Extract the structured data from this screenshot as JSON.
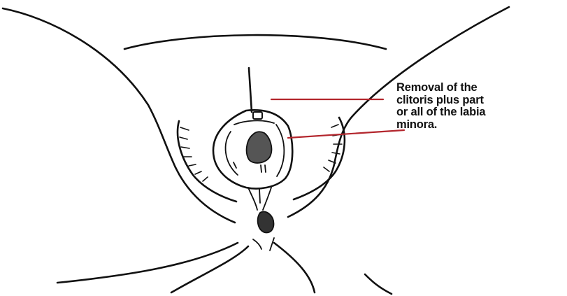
{
  "annotation": {
    "lines": [
      "Removal of the",
      "clitoris plus part",
      "or all of the labia",
      "minora."
    ]
  },
  "colors": {
    "ink": "#111111",
    "leader": "#b3262d",
    "fill_dark": "#555555",
    "background": "#ffffff"
  }
}
